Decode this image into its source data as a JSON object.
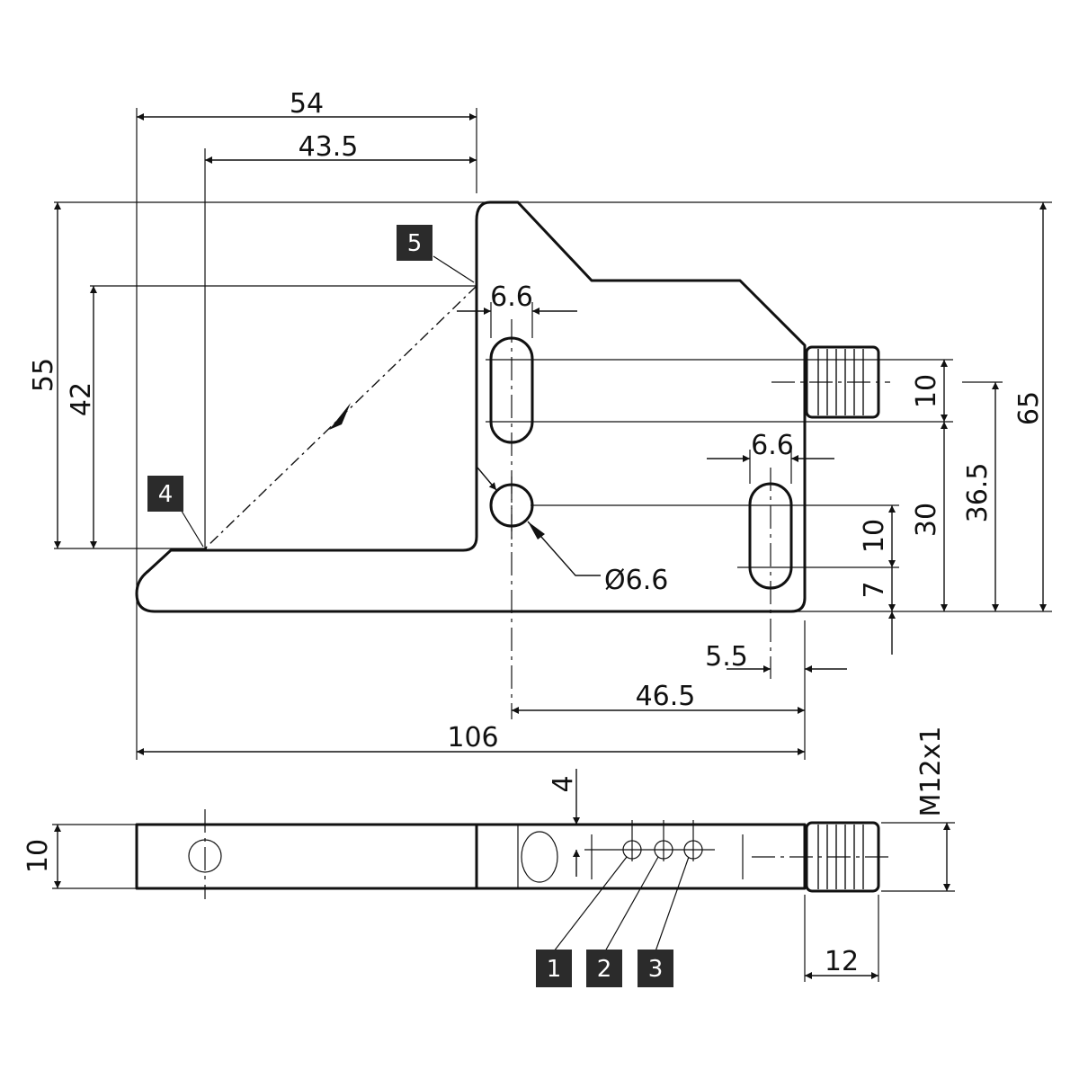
{
  "dimensions": {
    "top_width": "54",
    "inner_width": "43.5",
    "height_total": "55",
    "height_emitter": "42",
    "slot_width_upper": "6.6",
    "slot_width_lower": "6.6",
    "slot_len_upper": "10",
    "slot_len_lower": "10",
    "bottom_offset": "7",
    "y_30": "30",
    "y_36_5": "36.5",
    "height_overall": "65",
    "hole_diameter": "Ø6.6",
    "slot_x_offset": "5.5",
    "hole_to_edge": "46.5",
    "overall_length": "106",
    "side_thickness": "10",
    "led_offset": "4",
    "connector_thread": "M12x1",
    "connector_length": "12"
  },
  "callouts": {
    "tag_1": "1",
    "tag_2": "2",
    "tag_3": "3",
    "tag_4": "4",
    "tag_5": "5"
  }
}
